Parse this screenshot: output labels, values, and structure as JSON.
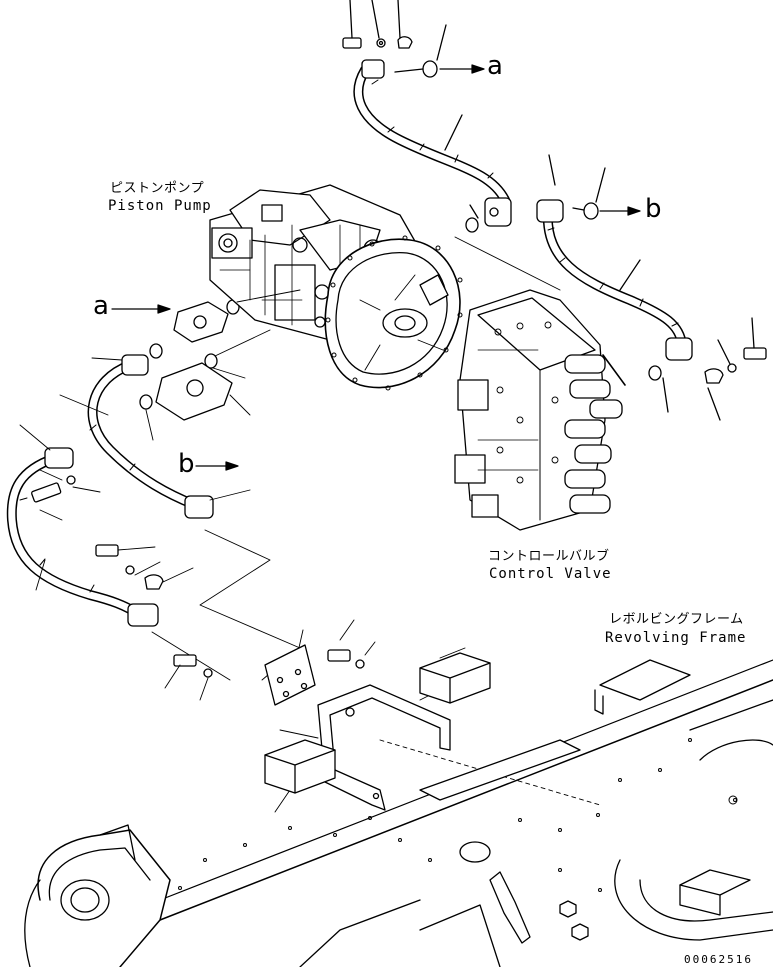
{
  "labels": {
    "piston_pump_jp": "ピストンポンプ",
    "piston_pump_en": "Piston Pump",
    "control_valve_jp": "コントロールバルブ",
    "control_valve_en": "Control Valve",
    "revolving_frame_jp": "レボルビングフレーム",
    "revolving_frame_en": "Revolving Frame",
    "ref_a": "a",
    "ref_b": "b",
    "drawing_number": "00062516"
  }
}
